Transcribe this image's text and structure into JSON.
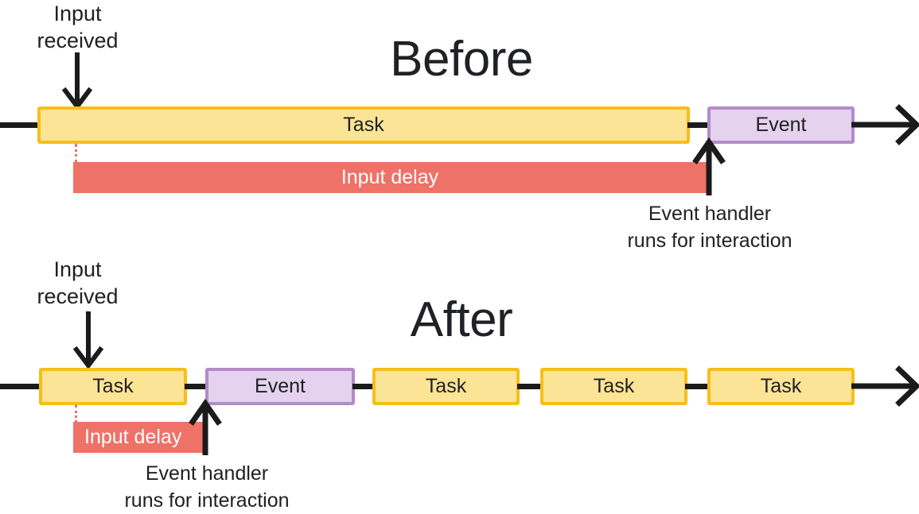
{
  "diagram": {
    "type": "timeline-comparison",
    "topic": "Input delay before and after task breaking",
    "colors": {
      "task_fill": "#FCE496",
      "task_border": "#F7BE1B",
      "event_fill": "#E4D2EE",
      "event_border": "#B38BC9",
      "delay_fill": "#EE7267",
      "rail": "#1b1b1b",
      "text": "#202124",
      "delay_text": "#ffffff"
    }
  },
  "before": {
    "title": "Before",
    "input_label_line1": "Input",
    "input_label_line2": "received",
    "task_label": "Task",
    "event_label": "Event",
    "delay_label": "Input delay",
    "handler_line1": "Event handler",
    "handler_line2": "runs for interaction"
  },
  "after": {
    "title": "After",
    "input_label_line1": "Input",
    "input_label_line2": "received",
    "delay_label": "Input delay",
    "event_label": "Event",
    "handler_line1": "Event handler",
    "handler_line2": "runs for interaction",
    "tasks": [
      {
        "label": "Task"
      },
      {
        "label": "Task"
      },
      {
        "label": "Task"
      },
      {
        "label": "Task"
      }
    ]
  }
}
